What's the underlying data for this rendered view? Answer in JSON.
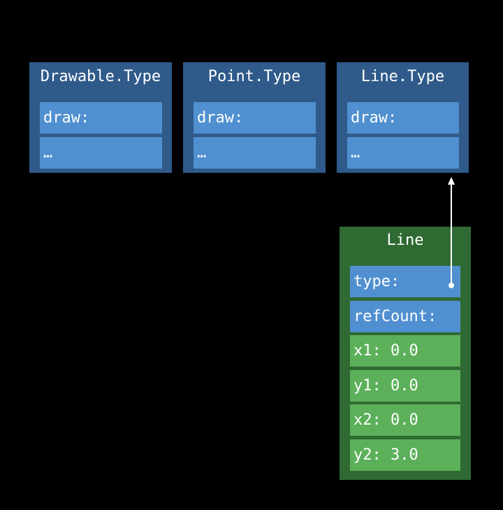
{
  "type_boxes": [
    {
      "title": "Drawable.Type",
      "fields": [
        "draw:",
        "…"
      ]
    },
    {
      "title": "Point.Type",
      "fields": [
        "draw:",
        "…"
      ]
    },
    {
      "title": "Line.Type",
      "fields": [
        "draw:",
        "…"
      ]
    }
  ],
  "instance": {
    "title": "Line",
    "fields": [
      "type:",
      "refCount:",
      "x1: 0.0",
      "y1: 0.0",
      "x2: 0.0",
      "y2: 3.0"
    ]
  },
  "colors": {
    "background": "#000000",
    "type_box": "#2f5a8a",
    "blue_field": "#5090d0",
    "instance_box": "#2f6a32",
    "green_field": "#5cb05a",
    "arrow": "#ffffff"
  }
}
